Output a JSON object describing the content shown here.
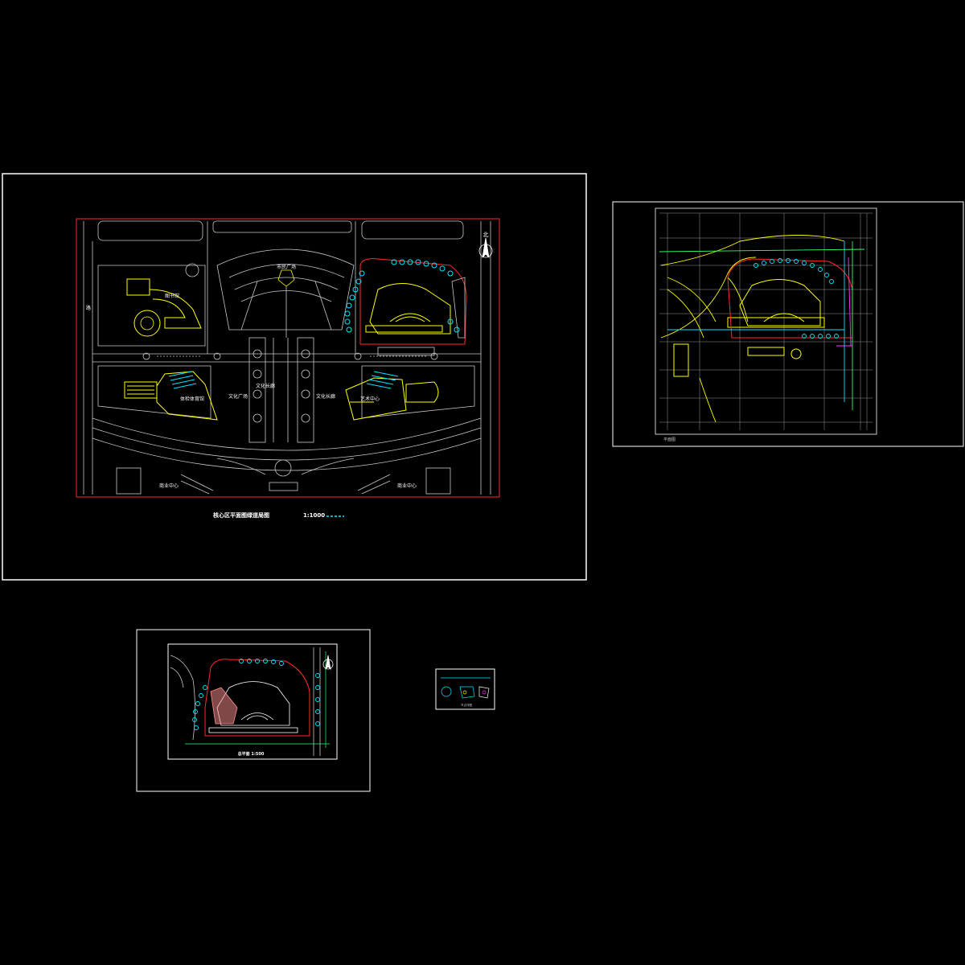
{
  "colors": {
    "background": "#000000",
    "frame": "#ffffff",
    "drawing_line": "#c8c8c8",
    "boundary": "#ff2a2a",
    "building": "#ffff00",
    "trees": "#00e5ff",
    "utility_magenta": "#ff33ff",
    "utility_green": "#33ff66",
    "pink_fill": "#ff9090"
  },
  "sheets": {
    "main": {
      "title": "核心区平面图绿道局图",
      "scale": "1:1000",
      "north_label": "北",
      "labels": {
        "square_top": "市民广场",
        "library": "图书馆",
        "west_building": "体检体育馆",
        "culture_square": "文化广场",
        "culture_square_east": "文化长廊",
        "art_center": "艺术中心",
        "south_left": "商业中心",
        "south_right": "商业中心",
        "road_west": "路"
      }
    },
    "right": {
      "caption_left": "平面图"
    },
    "bottom": {
      "caption": "总平面 1:500"
    },
    "small": {
      "caption": "节点详图"
    }
  }
}
